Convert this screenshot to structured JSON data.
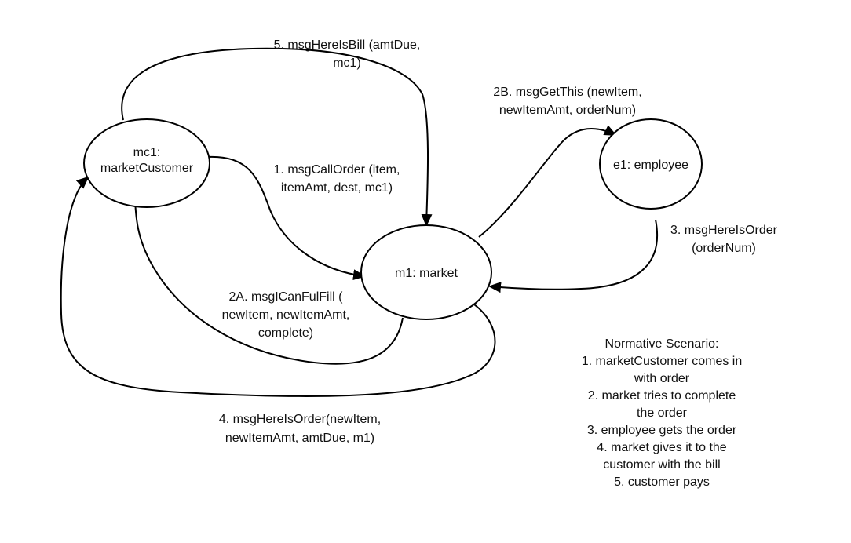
{
  "nodes": {
    "mc1": {
      "line1": "mc1:",
      "line2": "marketCustomer"
    },
    "m1": {
      "label": "m1: market"
    },
    "e1": {
      "label": "e1: employee"
    }
  },
  "edges": {
    "msg1": {
      "line1": "1. msgCallOrder (item,",
      "line2": "itemAmt, dest, mc1)"
    },
    "msg2a": {
      "line1": "2A. msgICanFulFill (",
      "line2": "newItem, newItemAmt,",
      "line3": "complete)"
    },
    "msg2b": {
      "line1": "2B. msgGetThis (newItem,",
      "line2": "newItemAmt, orderNum)"
    },
    "msg3": {
      "line1": "3. msgHereIsOrder",
      "line2": "(orderNum)"
    },
    "msg4": {
      "line1": "4. msgHereIsOrder(newItem,",
      "line2": "newItemAmt, amtDue, m1)"
    },
    "msg5": {
      "line1": "5. msgHereIsBill (amtDue,",
      "line2": "mc1)"
    }
  },
  "scenario": {
    "title": "Normative Scenario:",
    "lines": [
      "1. marketCustomer comes in",
      "with order",
      "2. market tries to complete",
      "the order",
      "3. employee gets the order",
      "4. market gives it to the",
      "customer with the bill",
      "5. customer pays"
    ]
  }
}
